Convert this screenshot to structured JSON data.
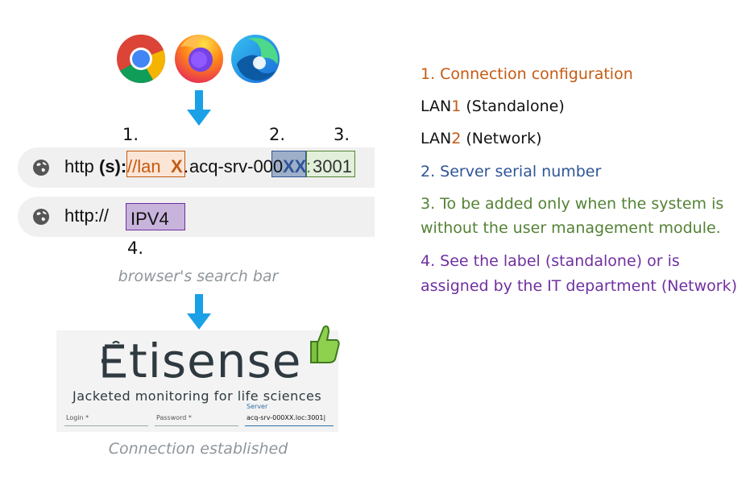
{
  "colors": {
    "orange": "#c55a11",
    "blue": "#2f5597",
    "green": "#548235",
    "purple": "#7030a0",
    "arrow": "#1aa0e6",
    "caption_gray": "#8f969c"
  },
  "icons": [
    "chrome-icon",
    "firefox-icon",
    "edge-icon",
    "down-arrow-icon",
    "globe-icon",
    "thumbs-up-icon"
  ],
  "step_labels": {
    "one": "1.",
    "two": "2.",
    "three": "3.",
    "four": "4."
  },
  "url1": {
    "http": "http",
    "s_part": "(s):",
    "slashes": "//lan",
    "lan_x": "X",
    "dot": ".",
    "host": "acq-srv-000",
    "xx": "XX",
    "colon": ":",
    "port": "3001"
  },
  "url2": {
    "prefix": "http://",
    "ipv4": "IPV4"
  },
  "caption_search": "browser's search bar",
  "caption_connected": "Connection established",
  "legend": {
    "item1": "1. Connection configuration",
    "lan1_pre": "LAN",
    "lan1_num": "1",
    "lan1_post": " (Standalone)",
    "lan2_pre": "LAN",
    "lan2_num": "2",
    "lan2_post": " (Network)",
    "item2": "2. Server serial number",
    "item3_line1": "3. To be added only when the system is",
    "item3_line2": "without the user management module.",
    "item4_line1": "4. See the label (standalone) or is",
    "item4_line2": "assigned by the IT department (Network)"
  },
  "app": {
    "logo": "tisense",
    "tagline": "Jacketed monitoring for life sciences",
    "login_label": "Login *",
    "password_label": "Password *",
    "server_label": "Server",
    "server_value": "acq-srv-000XX.loc:3001|"
  }
}
